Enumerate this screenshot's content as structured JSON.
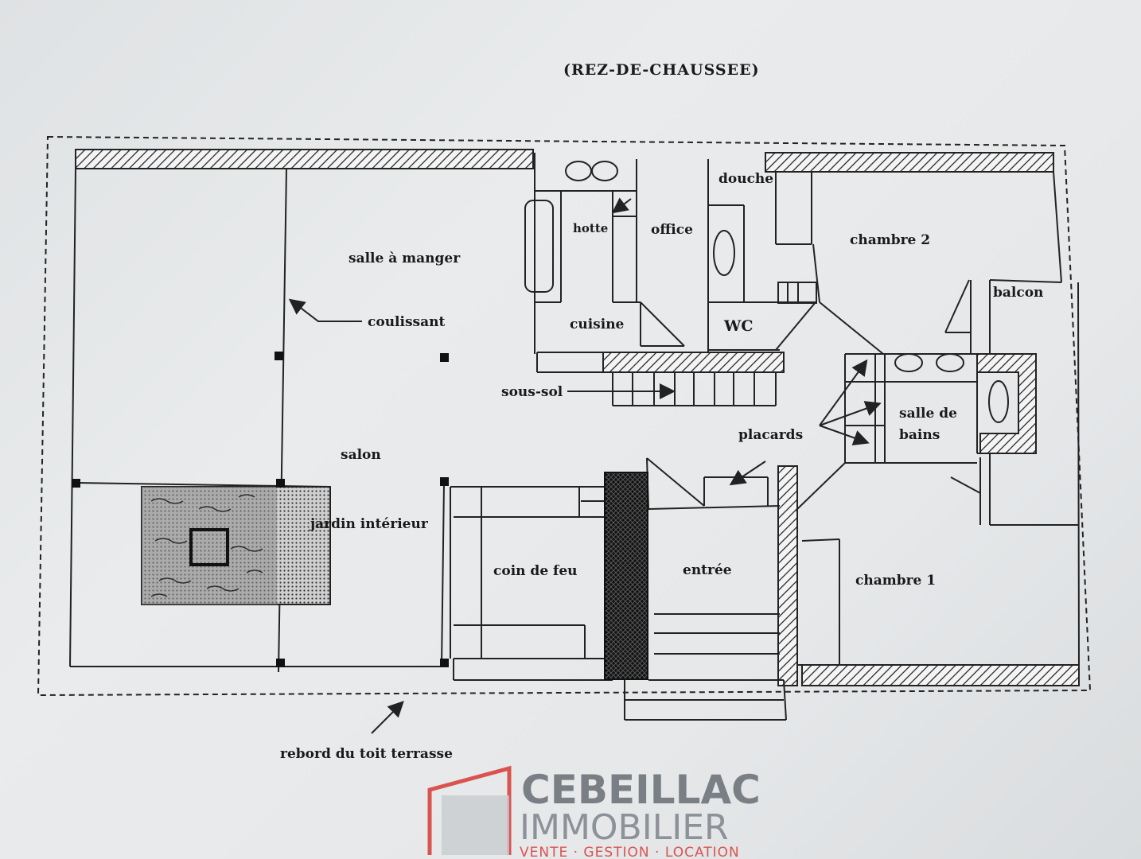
{
  "title": "(REZ-DE-CHAUSSEE)",
  "rooms": {
    "salle_a_manger": "salle à manger",
    "coulissant": "coulissant",
    "salon": "salon",
    "jardin_interieur": "jardin intérieur",
    "hotte": "hotte",
    "office": "office",
    "cuisine": "cuisine",
    "douche": "douche",
    "wc": "WC",
    "sous_sol": "sous-sol",
    "chambre_2": "chambre 2",
    "balcon": "balcon",
    "placards": "placards",
    "salle_de_bains_1": "salle de",
    "salle_de_bains_2": "bains",
    "coin_de_feu": "coin de feu",
    "entree": "entrée",
    "chambre_1": "chambre 1",
    "rebord": "rebord du toit terrasse"
  },
  "logo": {
    "line1": "CEBEILLAC",
    "line2": "IMMOBILIER",
    "line3": "VENTE · GESTION · LOCATION",
    "accent_color": "#d9534f"
  }
}
